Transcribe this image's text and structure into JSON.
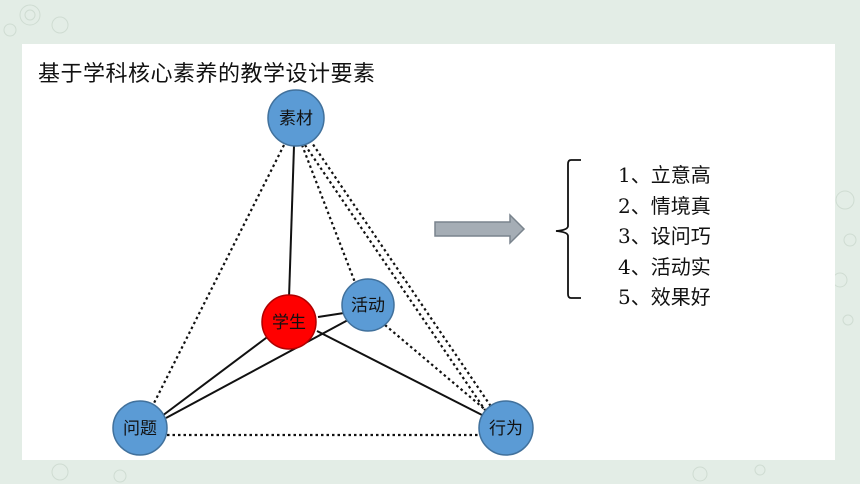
{
  "title": "基于学科核心素养的教学设计要素",
  "diagram": {
    "nodes": {
      "material": "素材",
      "activity": "活动",
      "student": "学生",
      "question": "问题",
      "behavior": "行为"
    }
  },
  "list": {
    "items": [
      "1、立意高",
      "2、情境真",
      "3、设问巧",
      "4、活动实",
      "5、效果好"
    ]
  },
  "colors": {
    "node_blue": "#5b9bd5",
    "node_red": "#ff0000",
    "arrow_gray": "#a5adb5",
    "background": "#e3ede6"
  }
}
